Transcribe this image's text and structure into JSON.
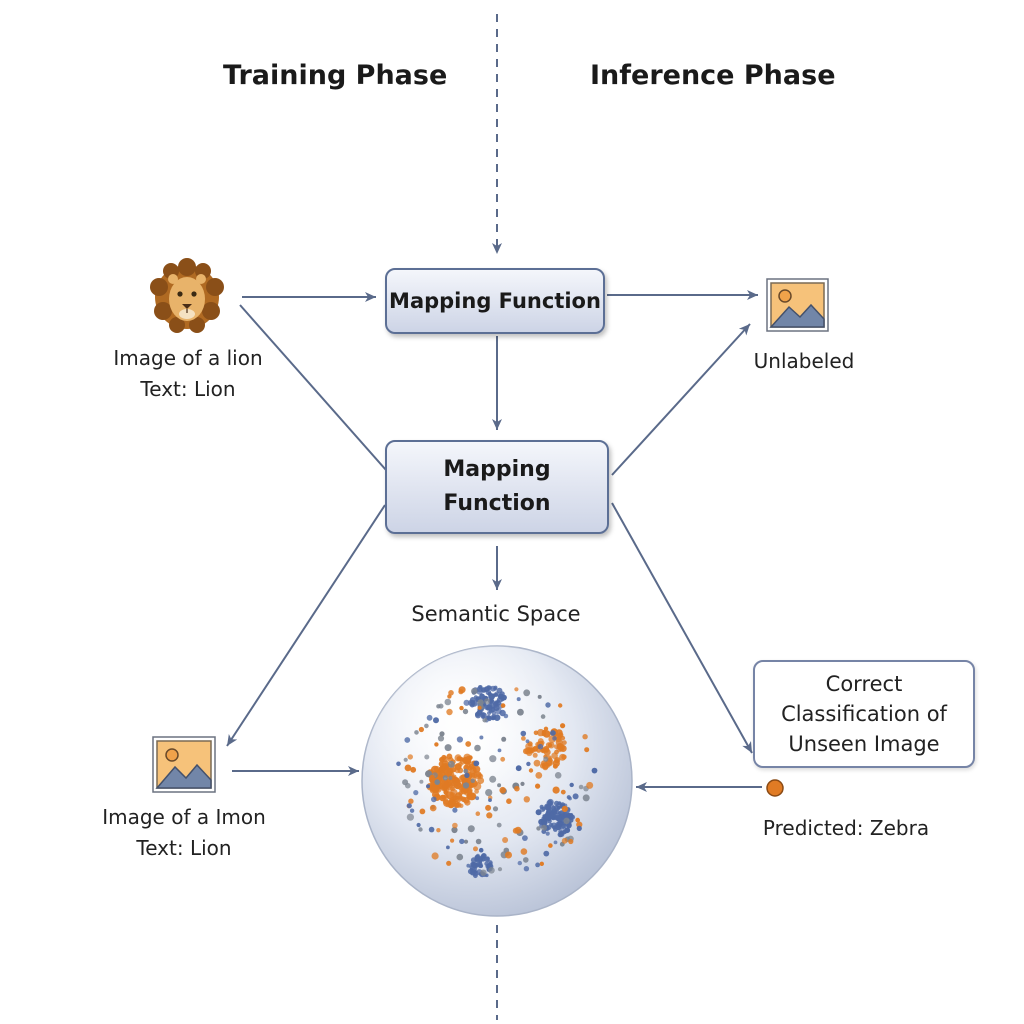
{
  "phases": {
    "training": "Training Phase",
    "inference": "Inference Phase"
  },
  "nodes": {
    "lion_input": {
      "line1": "Image of a lion",
      "line2": "Text: Lion",
      "icon": "lion-icon"
    },
    "mapping_top": {
      "label": "Mapping Function"
    },
    "unlabeled": {
      "label": "Unlabeled",
      "icon": "image-icon"
    },
    "mapping_center": {
      "line1": "Mapping",
      "line2": "Function"
    },
    "semantic_space": {
      "label": "Semantic Space"
    },
    "imon_input": {
      "line1": "Image of a Imon",
      "line2": "Text: Lion",
      "icon": "image-icon"
    },
    "result": {
      "line1": "Correct",
      "line2": "Classification of",
      "line3": "Unseen Image"
    },
    "prediction": {
      "label": "Predicted: Zebra"
    }
  },
  "colors": {
    "arrow": "#5a6a8a",
    "box_border": "#5c6f95",
    "orange_points": "#e07b24",
    "blue_points": "#4f6aa6",
    "gray_points": "#7d8590"
  }
}
